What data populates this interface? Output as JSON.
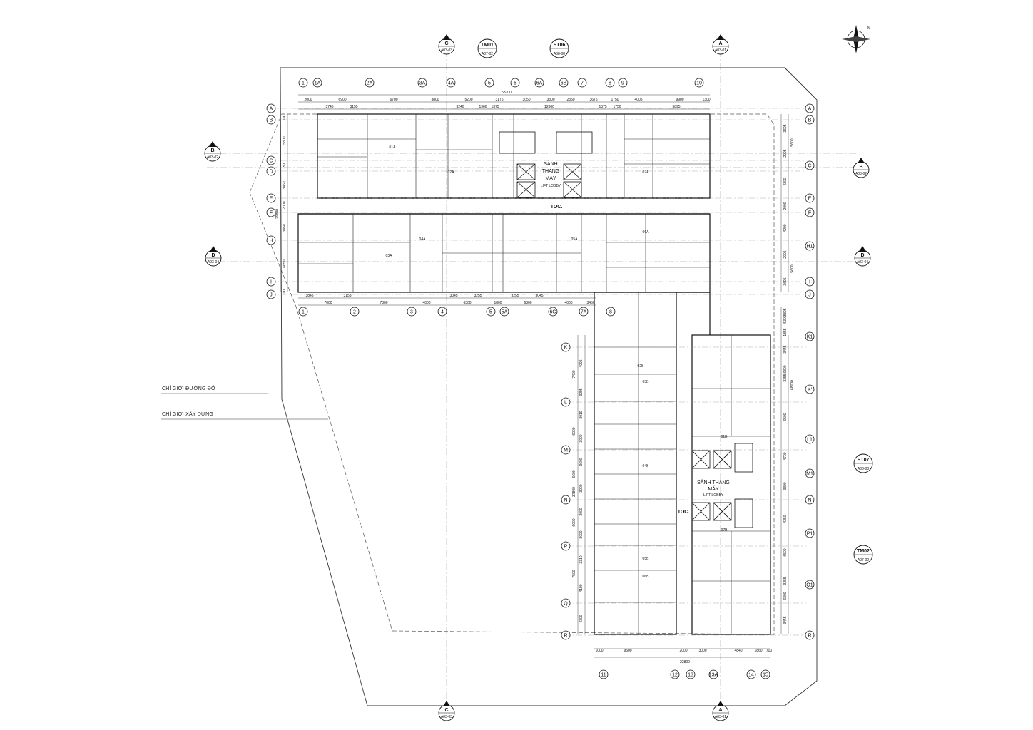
{
  "grid": {
    "columns_top": [
      "1",
      "1A",
      "2A",
      "3A",
      "4A",
      "5",
      "6",
      "6A",
      "6B",
      "7",
      "8",
      "9",
      "10"
    ],
    "columns_bottom_upper": [
      "1",
      "2",
      "3",
      "4",
      "5",
      "5A",
      "6C",
      "7A",
      "8"
    ],
    "columns_bottom_lower": [
      "11",
      "12",
      "13",
      "13A",
      "14",
      "15"
    ],
    "rows_upper": [
      "A",
      "B",
      "C",
      "D",
      "E",
      "F",
      "H",
      "I",
      "J"
    ],
    "rows_right_upper": [
      "A",
      "B",
      "C",
      "E",
      "F",
      "H1",
      "I",
      "J"
    ],
    "rows_lower_left": [
      "K",
      "L",
      "M",
      "N",
      "P",
      "Q",
      "R"
    ],
    "rows_lower_right": [
      "K1",
      "K'",
      "L1",
      "M1",
      "N",
      "P1",
      "Q1",
      "R"
    ]
  },
  "dimensions": {
    "overall_top": "53100",
    "top_row1": [
      "2000",
      "6900",
      "6700",
      "3800",
      "5200",
      "3175",
      "3050",
      "3300",
      "2350",
      "3675",
      "1750",
      "4005",
      "9900",
      "1300"
    ],
    "top_row2": [
      "3745",
      "3155",
      "3240",
      "1960",
      "1375",
      "12800",
      "1375",
      "1750",
      "5895"
    ],
    "bottom_upper": [
      "3845",
      "3155",
      "7000",
      "7300",
      "4000",
      "6300",
      "1800",
      "6300",
      "4000",
      "3450"
    ],
    "bottom_upper_row2": [
      "3045",
      "3255",
      "3255",
      "3045"
    ],
    "left_upper": [
      "700",
      "5800",
      "750",
      "3450",
      "2000",
      "29800",
      "3450",
      "6650",
      "700"
    ],
    "right_upper": [
      "3695",
      "2095",
      "5600",
      "4200",
      "2000",
      "4200",
      "2905",
      "5600",
      "3695"
    ],
    "left_lower": [
      "4095",
      "7400",
      "3295",
      "3010",
      "6000",
      "3000",
      "3600",
      "6600",
      "3000",
      "3000",
      "6000",
      "3000",
      "3310",
      "7500",
      "4190",
      "4300",
      "37800"
    ],
    "right_lower": [
      "3895",
      "5300",
      "1855",
      "3445",
      "3355",
      "6800",
      "6500",
      "4700",
      "3300",
      "4350",
      "6500",
      "3355",
      "6800",
      "3445",
      "68000"
    ],
    "bottom_lower": [
      "1000",
      "9500",
      "2000",
      "3000",
      "4840",
      "1860",
      "700",
      "22800"
    ]
  },
  "section_markers": [
    {
      "letter": "C",
      "sheet": "A03-03"
    },
    {
      "letter": "A",
      "sheet": "A03-01"
    },
    {
      "letter": "B",
      "sheet": "A03-02"
    },
    {
      "letter": "D",
      "sheet": "A03-04"
    }
  ],
  "callouts": [
    {
      "id": "TM01",
      "sheet": "A07-02"
    },
    {
      "id": "ST06",
      "sheet": "A08-08"
    },
    {
      "id": "ST07",
      "sheet": "A08-08"
    },
    {
      "id": "TM02",
      "sheet": "A07-02"
    }
  ],
  "lobby": {
    "title_line1": "SẢNH",
    "title_line2": "THANG",
    "title_line3": "MÁY",
    "sub": "LIFT LOBBY",
    "title_b": "SẢNH THANG",
    "title_b2": "MÁY",
    "sub_b": "LIFT LOBBY"
  },
  "toc_labels": [
    "TOC.",
    "TOC."
  ],
  "units": [
    "01A",
    "02A",
    "03A",
    "04A",
    "05A",
    "06A",
    "07A",
    "02B",
    "03B",
    "04B",
    "05B",
    "06B",
    "01B",
    "07B"
  ],
  "notes": {
    "red_line": "CHỈ GIỚI ĐƯỜNG ĐỎ",
    "build_line": "CHỈ GIỚI XÂY DỰNG"
  },
  "north_label": "N"
}
